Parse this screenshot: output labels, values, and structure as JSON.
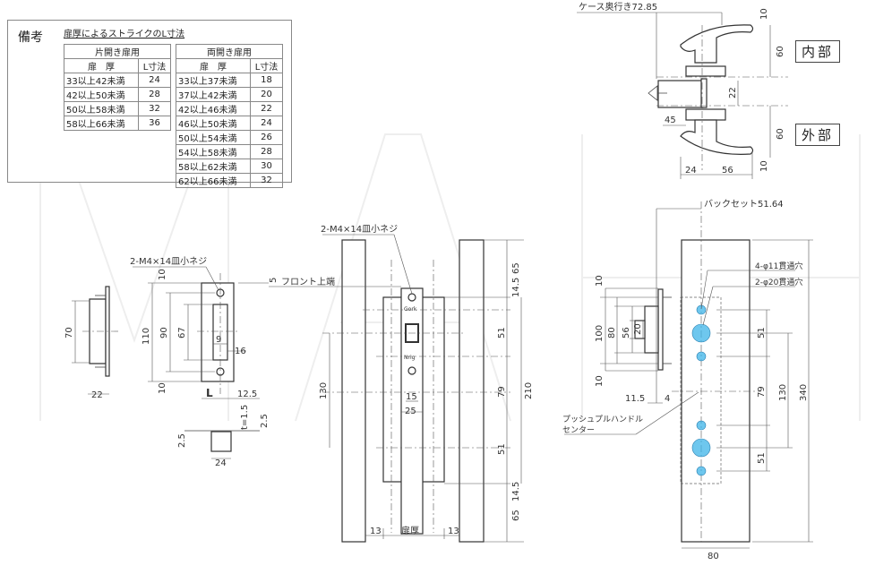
{
  "note": {
    "label": "備考",
    "title": "扉厚によるストライクのL寸法",
    "single": {
      "header": "片開き扉用",
      "col_thickness": "扉　厚",
      "col_l": "L寸法",
      "rows": [
        [
          "33以上42未満",
          "24"
        ],
        [
          "42以上50未満",
          "28"
        ],
        [
          "50以上58未満",
          "32"
        ],
        [
          "58以上66未満",
          "36"
        ]
      ]
    },
    "double": {
      "header": "両開き扉用",
      "col_thickness": "扉　厚",
      "col_l": "L寸法",
      "rows": [
        [
          "33以上37未満",
          "18"
        ],
        [
          "37以上42未満",
          "20"
        ],
        [
          "42以上46未満",
          "22"
        ],
        [
          "46以上50未満",
          "24"
        ],
        [
          "50以上54未満",
          "26"
        ],
        [
          "54以上58未満",
          "28"
        ],
        [
          "58以上62未満",
          "30"
        ],
        [
          "62以上66未満",
          "32"
        ]
      ]
    }
  },
  "handle_view": {
    "case_depth": "ケース奥行き72.85",
    "inner": "内部",
    "outer": "外部",
    "d10a": "10",
    "d60a": "60",
    "d22": "22",
    "d45": "45",
    "d60b": "60",
    "d10b": "10",
    "d24": "24",
    "d56": "56"
  },
  "strike": {
    "screw": "2-M4×14皿小ネジ",
    "d70": "70",
    "d22": "22",
    "d10a": "10",
    "d110": "110",
    "d90": "90",
    "d67": "67",
    "d9": "9",
    "d16": "16",
    "d10b": "10",
    "dL": "L",
    "d12_5": "12.5",
    "d5": "5",
    "dt": "t=1.5",
    "d2_5a": "2.5",
    "d2_5b": "2.5",
    "d24": "24"
  },
  "front": {
    "front_top": "フロント上端",
    "screw": "2-M4×14皿小ネジ",
    "d65a": "65",
    "d14_5a": "14.5",
    "d51a": "51",
    "d79": "79",
    "d210": "210",
    "d51b": "51",
    "d14_5b": "14.5",
    "d65b": "65",
    "d130": "130",
    "d15": "15",
    "d25": "25",
    "d13a": "13",
    "door_thickness": "扉厚",
    "d13b": "13",
    "mark_top": "Gork",
    "mark_bottom": "Nrig"
  },
  "mounting": {
    "backset": "バックセット51.64",
    "holes11": "4-φ11貫通穴",
    "holes20": "2-φ20貫通穴",
    "center": "プッシュプルハンドル",
    "center2": "センター",
    "d10a": "10",
    "d100": "100",
    "d80": "80",
    "d56": "56",
    "d20": "20",
    "d10b": "10",
    "d11_5": "11.5",
    "d4": "4",
    "d51a": "51",
    "d79": "79",
    "d51b": "51",
    "d130": "130",
    "d340": "340",
    "d80w": "80"
  },
  "colors": {
    "hole": "#3db4e8",
    "line": "#444444"
  }
}
